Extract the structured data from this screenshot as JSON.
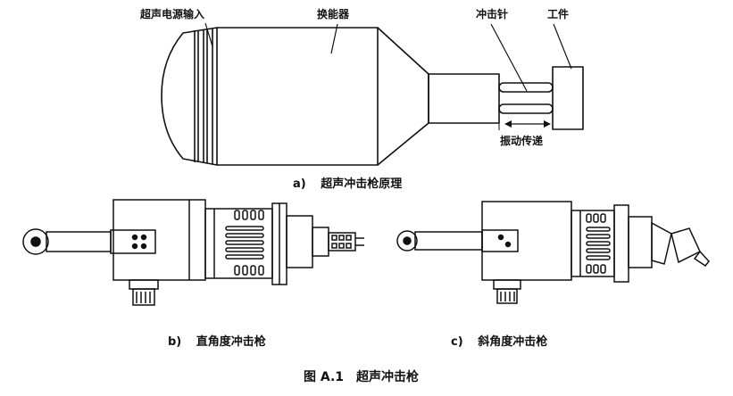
{
  "diagram_a": {
    "labels": {
      "power_input": "超声电源输入",
      "transducer": "换能器",
      "impact_needle": "冲击针",
      "workpiece": "工件",
      "vibration_transfer": "振动传递"
    },
    "caption_letter": "a)",
    "caption_text": "超声冲击枪原理"
  },
  "diagram_b": {
    "caption_letter": "b)",
    "caption_text": "直角度冲击枪"
  },
  "diagram_c": {
    "caption_letter": "c)",
    "caption_text": "斜角度冲击枪"
  },
  "figure": {
    "caption": "图 A.1　超声冲击枪"
  }
}
